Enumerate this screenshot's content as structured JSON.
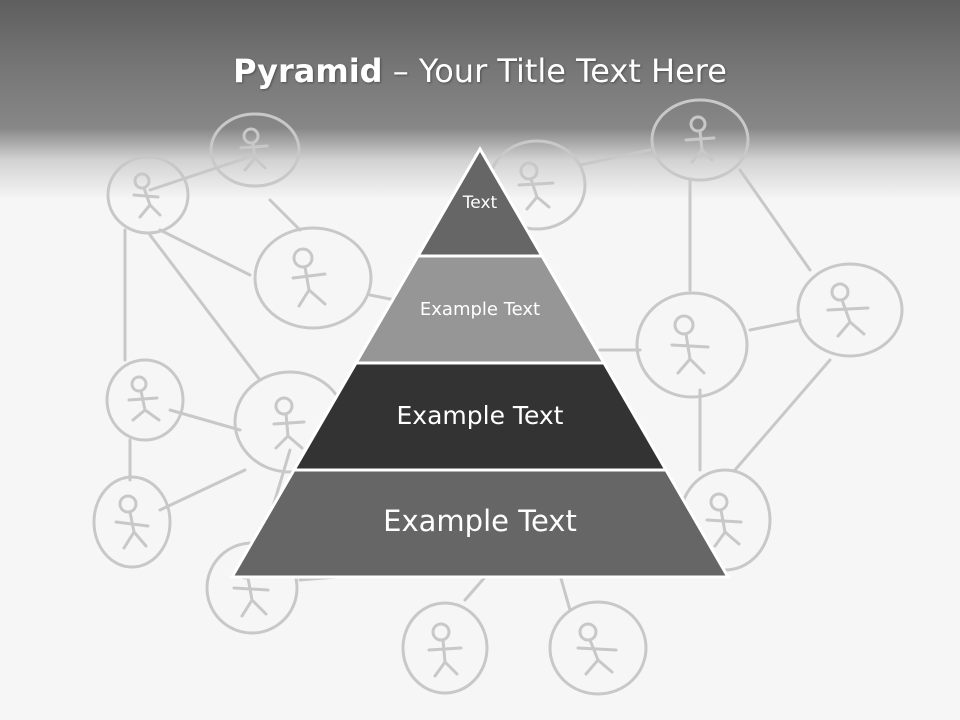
{
  "slide": {
    "title_bold": "Pyramid",
    "title_rest": " – Your Title Text Here"
  },
  "pyramid": {
    "levels": [
      {
        "label": "Text",
        "color": "#666666"
      },
      {
        "label": "Example Text",
        "color": "#969696"
      },
      {
        "label": "Example Text",
        "color": "#333333"
      },
      {
        "label": "Example Text",
        "color": "#666666"
      }
    ]
  },
  "background": {
    "sketch_color": "#c8c8c8",
    "motif": "stick-figure-network-icon"
  }
}
